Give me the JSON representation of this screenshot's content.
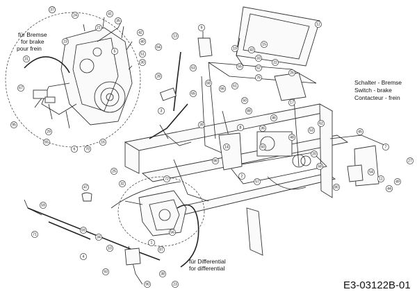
{
  "annotations": {
    "brake_de": "für Bremse",
    "brake_en": "for brake",
    "brake_fr": "pour frein",
    "switch_de": "Schalter - Bremse",
    "switch_en": "Switch - brake",
    "switch_fr": "Contacteur - frein",
    "diff_de": "für Differential",
    "diff_en": "for differential"
  },
  "drawing_code": "E3-03122B-01",
  "callouts": [
    "18",
    "24",
    "41",
    "23",
    "21",
    "35",
    "42",
    "40",
    "5",
    "51",
    "30",
    "31",
    "67",
    "95",
    "65",
    "16",
    "6",
    "70",
    "29",
    "9",
    "13",
    "12",
    "64",
    "19",
    "55",
    "28",
    "63",
    "3",
    "68",
    "15",
    "43",
    "33",
    "22",
    "26",
    "52",
    "76",
    "66",
    "61",
    "50",
    "65",
    "88",
    "17",
    "36",
    "46",
    "48",
    "53",
    "62",
    "60",
    "20",
    "14",
    "39",
    "8",
    "86",
    "2",
    "57",
    "58",
    "80",
    "45",
    "54",
    "11",
    "44",
    "49",
    "27",
    "7",
    "47",
    "59",
    "71",
    "69",
    "34",
    "10",
    "4",
    "93",
    "90",
    "1",
    "87",
    "56",
    "38",
    "23",
    "25",
    "32",
    "72",
    "37"
  ]
}
